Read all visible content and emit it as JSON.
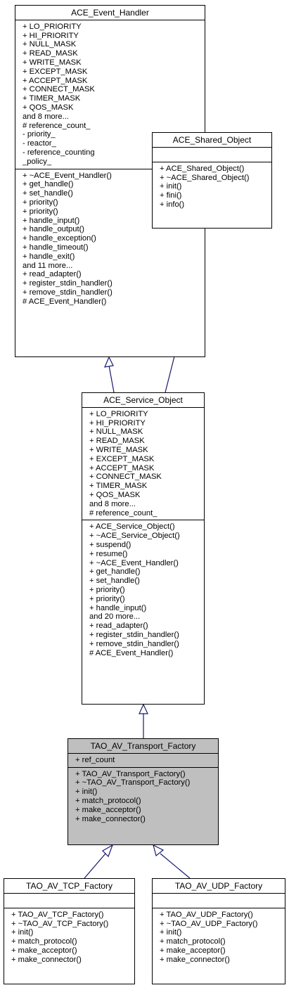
{
  "classes": {
    "event_handler": {
      "name": "ACE_Event_Handler",
      "attributes": [
        "+ LO_PRIORITY",
        "+ HI_PRIORITY",
        "+ NULL_MASK",
        "+ READ_MASK",
        "+ WRITE_MASK",
        "+ EXCEPT_MASK",
        "+ ACCEPT_MASK",
        "+ CONNECT_MASK",
        "+ TIMER_MASK",
        "+ QOS_MASK",
        "and 8 more...",
        "# reference_count_",
        "- priority_",
        "- reactor_",
        "- reference_counting",
        "_policy_"
      ],
      "methods": [
        "+ ~ACE_Event_Handler()",
        "+ get_handle()",
        "+ set_handle()",
        "+ priority()",
        "+ priority()",
        "+ handle_input()",
        "+ handle_output()",
        "+ handle_exception()",
        "+ handle_timeout()",
        "+ handle_exit()",
        "and 11 more...",
        "+ read_adapter()",
        "+ register_stdin_handler()",
        "+ remove_stdin_handler()",
        "# ACE_Event_Handler()"
      ]
    },
    "shared_object": {
      "name": "ACE_Shared_Object",
      "attributes": [],
      "methods": [
        "+ ACE_Shared_Object()",
        "+ ~ACE_Shared_Object()",
        "+ init()",
        "+ fini()",
        "+ info()"
      ]
    },
    "service_object": {
      "name": "ACE_Service_Object",
      "attributes": [
        "+ LO_PRIORITY",
        "+ HI_PRIORITY",
        "+ NULL_MASK",
        "+ READ_MASK",
        "+ WRITE_MASK",
        "+ EXCEPT_MASK",
        "+ ACCEPT_MASK",
        "+ CONNECT_MASK",
        "+ TIMER_MASK",
        "+ QOS_MASK",
        "and 8 more...",
        "# reference_count_"
      ],
      "methods": [
        "+ ACE_Service_Object()",
        "+ ~ACE_Service_Object()",
        "+ suspend()",
        "+ resume()",
        "+ ~ACE_Event_Handler()",
        "+ get_handle()",
        "+ set_handle()",
        "+ priority()",
        "+ priority()",
        "+ handle_input()",
        "and 20 more...",
        "+ read_adapter()",
        "+ register_stdin_handler()",
        "+ remove_stdin_handler()",
        "# ACE_Event_Handler()"
      ]
    },
    "transport_factory": {
      "name": "TAO_AV_Transport_Factory",
      "attributes": [
        "+ ref_count"
      ],
      "methods": [
        "+ TAO_AV_Transport_Factory()",
        "+ ~TAO_AV_Transport_Factory()",
        "+ init()",
        "+ match_protocol()",
        "+ make_acceptor()",
        "+ make_connector()"
      ]
    },
    "tcp_factory": {
      "name": "TAO_AV_TCP_Factory",
      "attributes": [],
      "methods": [
        "+ TAO_AV_TCP_Factory()",
        "+ ~TAO_AV_TCP_Factory()",
        "+ init()",
        "+ match_protocol()",
        "+ make_acceptor()",
        "+ make_connector()"
      ]
    },
    "udp_factory": {
      "name": "TAO_AV_UDP_Factory",
      "attributes": [],
      "methods": [
        "+ TAO_AV_UDP_Factory()",
        "+ ~TAO_AV_UDP_Factory()",
        "+ init()",
        "+ match_protocol()",
        "+ make_acceptor()",
        "+ make_connector()"
      ]
    }
  },
  "colors": {
    "edge": "#191970",
    "focus_fill": "#bfbfbf",
    "box_fill": "#ffffff"
  }
}
